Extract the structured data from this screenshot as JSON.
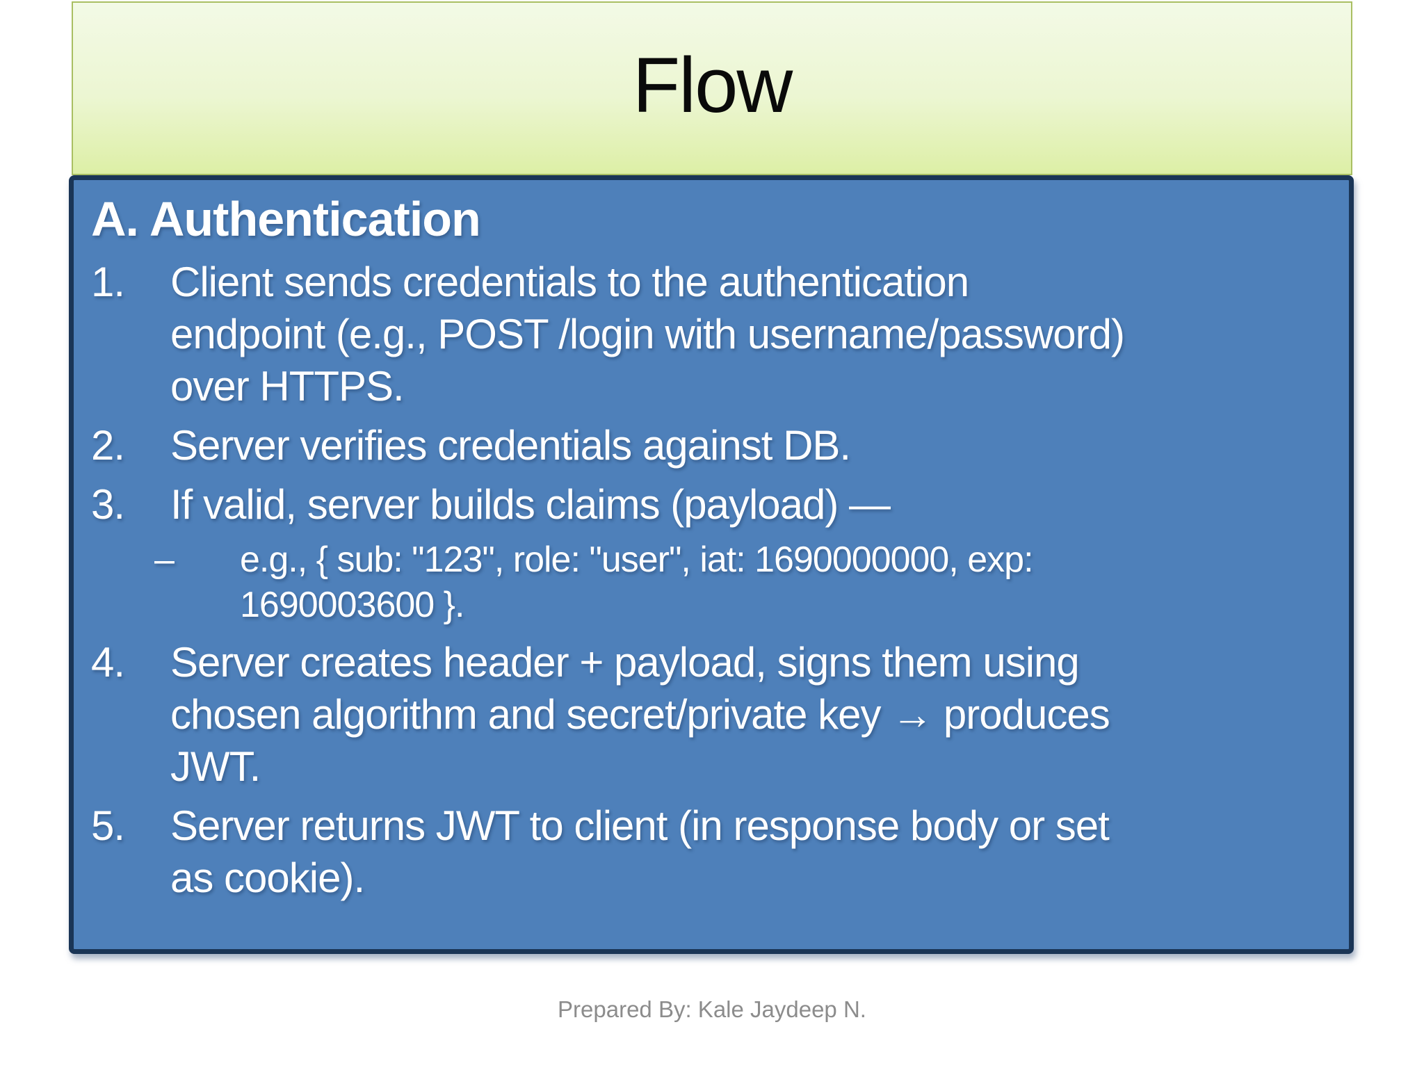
{
  "slide": {
    "title": "Flow",
    "footer": "Prepared By: Kale Jaydeep N."
  },
  "content": {
    "heading": "A. Authentication",
    "list": [
      {
        "marker": "1.",
        "text": "Client sends credentials to the authentication\nendpoint (e.g., POST /login with username/password)\nover HTTPS."
      },
      {
        "marker": "2.",
        "text": "Server verifies credentials against DB."
      },
      {
        "marker": "3.",
        "text": "If valid, server builds claims (payload) —"
      },
      {
        "marker": "–",
        "sub": true,
        "text": "e.g., { sub: \"123\", role: \"user\", iat: 1690000000, exp:\n1690003600 }."
      },
      {
        "marker": "4.",
        "text": "Server creates header + payload, signs them using\nchosen algorithm and secret/private key → produces\nJWT."
      },
      {
        "marker": "5.",
        "text": "Server returns JWT to client (in response body or set\nas cookie)."
      }
    ]
  },
  "colors": {
    "header_gradient_top": "#f3fae6",
    "header_gradient_bottom": "#ddefa6",
    "header_border": "#a9bf62",
    "panel_fill": "#4e80ba",
    "panel_border": "#1a3556",
    "text_white": "#ffffff",
    "title_black": "#0a0a0a",
    "footer_gray": "#8c8c8c"
  }
}
